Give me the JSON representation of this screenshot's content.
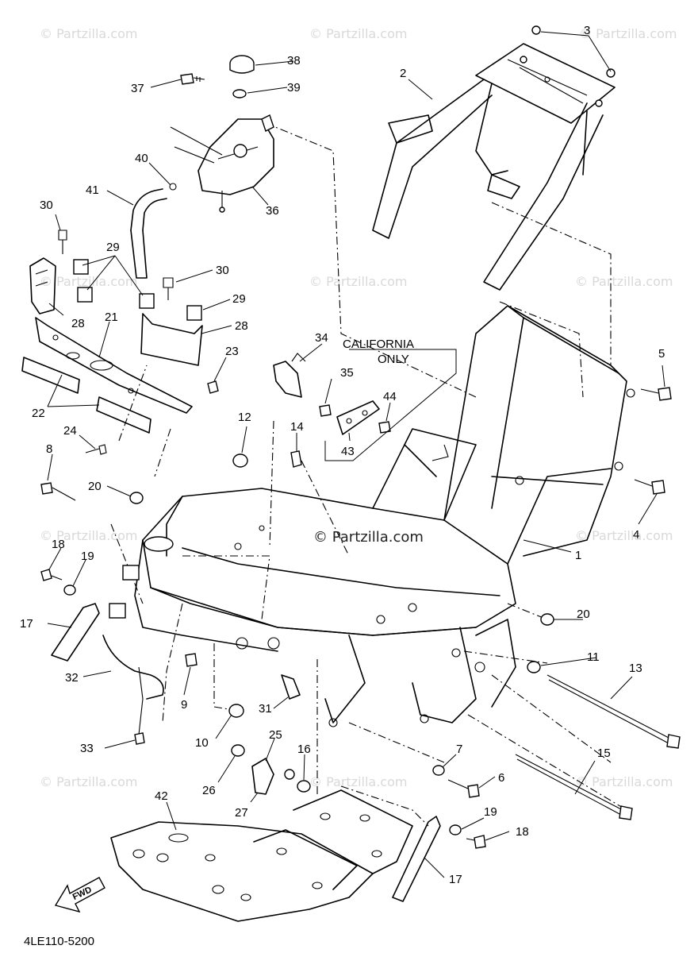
{
  "diagram_code": "4LE110-5200",
  "watermark": "© Partzilla.com",
  "watermark_center": "© Partzilla.com",
  "california_note": [
    "CALIFORNIA",
    "ONLY"
  ],
  "fwd_label": "FWD",
  "callouts": [
    "1",
    "2",
    "3",
    "4",
    "5",
    "6",
    "7",
    "8",
    "9",
    "10",
    "11",
    "12",
    "13",
    "14",
    "15",
    "16",
    "17",
    "17",
    "18",
    "18",
    "19",
    "19",
    "20",
    "20",
    "21",
    "22",
    "23",
    "24",
    "25",
    "26",
    "27",
    "28",
    "28",
    "29",
    "29",
    "30",
    "30",
    "31",
    "32",
    "33",
    "34",
    "35",
    "36",
    "37",
    "38",
    "39",
    "40",
    "41",
    "42",
    "43",
    "44"
  ]
}
